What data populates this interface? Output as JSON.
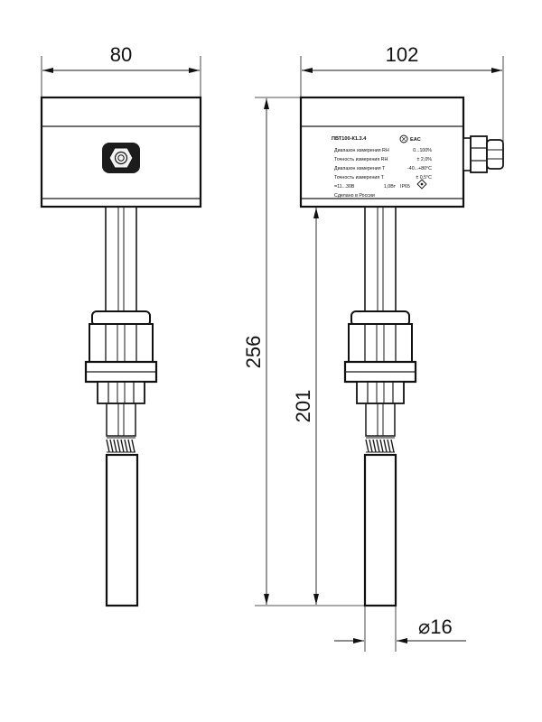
{
  "dimensions": {
    "front_width": "80",
    "side_width": "102",
    "total_height": "256",
    "probe_length": "201",
    "diameter": "⌀16"
  },
  "nameplate": {
    "model": "ПВТ100-К1.3.4",
    "rows": [
      {
        "label": "Диапазон измерения RH",
        "value": "0...100%"
      },
      {
        "label": "Точность измерения RH",
        "value": "± 2,0%"
      },
      {
        "label": "Диапазон измерения T",
        "value": "-40...+80°С"
      },
      {
        "label": "Точность измерения T",
        "value": "± 0,5°С"
      },
      {
        "label": "=11...30В",
        "value": "1,0Вт",
        "extra": "IP65"
      }
    ],
    "footer": "Сделано в России",
    "mark": "EAC"
  }
}
